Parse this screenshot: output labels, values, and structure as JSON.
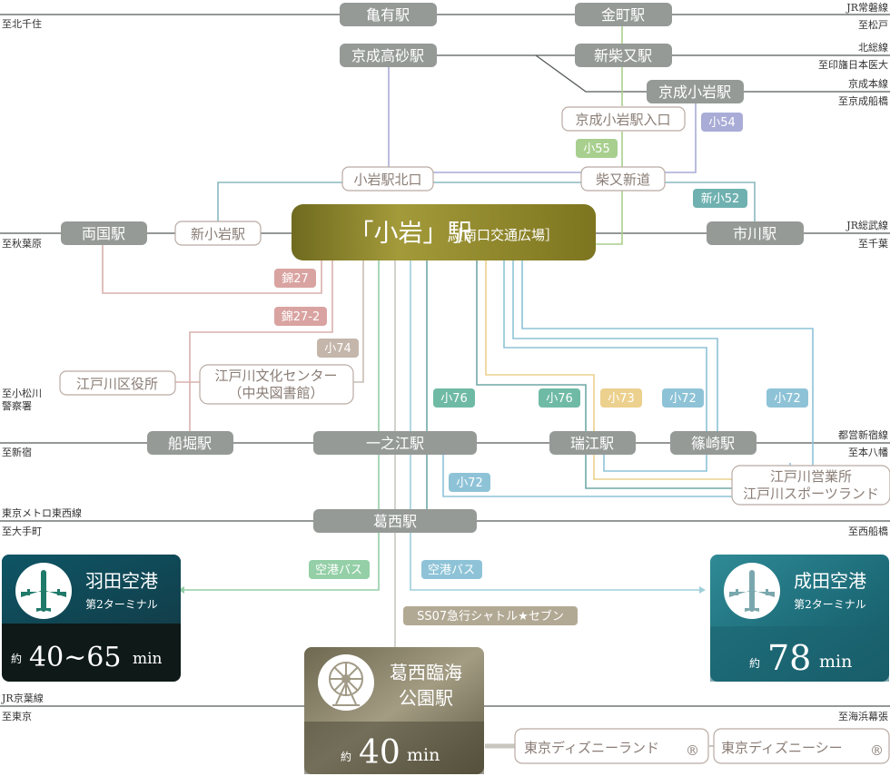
{
  "title": "小岩駅 南口 バス・鉄道アクセス図",
  "hub": {
    "name": "「小岩」駅",
    "sub": "［南口交通広場］"
  },
  "rail_stations": {
    "kameari": "亀有駅",
    "kanamachi": "金町駅",
    "keisei_takasago": "京成高砂駅",
    "shin_shibamata": "新柴又駅",
    "keisei_koiwa": "京成小岩駅",
    "ryogoku": "両国駅",
    "ichikawa": "市川駅",
    "funabori": "船堀駅",
    "ichinoe": "一之江駅",
    "mizue": "瑞江駅",
    "shinozaki": "篠崎駅",
    "kasai": "葛西駅"
  },
  "bus_stops": {
    "keisei_koiwa_iriguchi": "京成小岩駅入口",
    "koiwa_kitaguchi": "小岩駅北口",
    "shibamata_shindo": "柴又新道",
    "shin_koiwa": "新小岩駅",
    "edogawa_kuyakusho": "江戸川区役所",
    "bunka_center_1": "江戸川文化センター",
    "bunka_center_2": "（中央図書館）",
    "eigyosho_1": "江戸川営業所",
    "eigyosho_2": "江戸川スポーツランド"
  },
  "directions": {
    "kita_senju": "至北千住",
    "joban_line": "JR常磐線",
    "matsudo": "至松戸",
    "hokuso_line": "北総線",
    "inba": "至印旛日本医大",
    "keisei_main": "京成本線",
    "keisei_funabashi": "至京成船橋",
    "akihabara": "至秋葉原",
    "sobu_line": "JR総武線",
    "chiba": "至千葉",
    "komatsugawa_1": "至小松川",
    "komatsugawa_2": "警察署",
    "shinjuku": "至新宿",
    "toei_shinjuku": "都営新宿線",
    "motoyawata": "至本八幡",
    "tozai_line": "東京メトロ東西線",
    "otemachi": "至大手町",
    "nishi_funabashi": "至西船橋",
    "keiyo_line": "JR京葉線",
    "tokyo": "至東京",
    "kaihin_makuhari": "至海浜幕張"
  },
  "bus_routes": [
    {
      "label": "小54",
      "color": "#a9acd6"
    },
    {
      "label": "小55",
      "color": "#a8cf8e"
    },
    {
      "label": "新小52",
      "color": "#6fb1b0"
    },
    {
      "label": "錦27",
      "color": "#d9a3a1"
    },
    {
      "label": "錦27-2",
      "color": "#d9a3a1"
    },
    {
      "label": "小74",
      "color": "#c4b6ab"
    },
    {
      "label": "小76",
      "color": "#6fbaa5"
    },
    {
      "label": "小76",
      "color": "#6fbaa5"
    },
    {
      "label": "小73",
      "color": "#ecd08d"
    },
    {
      "label": "小72",
      "color": "#8ec3d7"
    },
    {
      "label": "小72",
      "color": "#8ec3d7"
    },
    {
      "label": "小72",
      "color": "#8ec3d7"
    },
    {
      "label": "空港バス",
      "color": "#94cfa7"
    },
    {
      "label": "空港バス",
      "color": "#8ec3d7"
    },
    {
      "label": "SS07急行シャトル★セブン",
      "color": "#b2a994"
    }
  ],
  "destinations": {
    "haneda": {
      "name": "羽田空港",
      "terminal": "第2ターミナル",
      "approx": "約",
      "time": "40~65",
      "unit": "min"
    },
    "narita": {
      "name": "成田空港",
      "terminal": "第2ターミナル",
      "approx": "約",
      "time": "78",
      "unit": "min"
    },
    "kasai_rinkai": {
      "name_1": "葛西臨海",
      "name_2": "公園駅",
      "approx": "約",
      "time": "40",
      "unit": "min"
    },
    "disneyland": "東京ディズニーランド",
    "disneysea": "東京ディズニーシー",
    "registered": "®"
  }
}
